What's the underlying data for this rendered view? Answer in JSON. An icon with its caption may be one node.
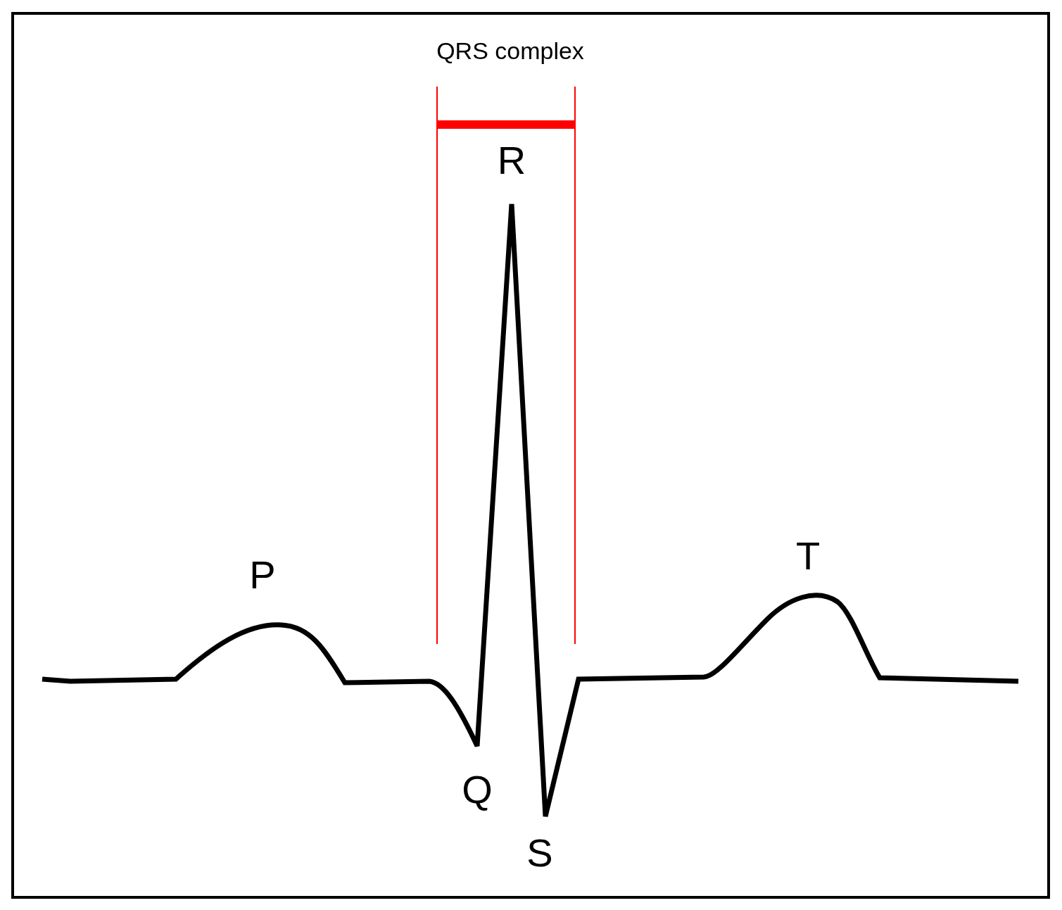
{
  "diagram": {
    "labels": [
      "QRS complex",
      "R",
      "T",
      "P",
      "Q",
      "S"
    ]
  }
}
